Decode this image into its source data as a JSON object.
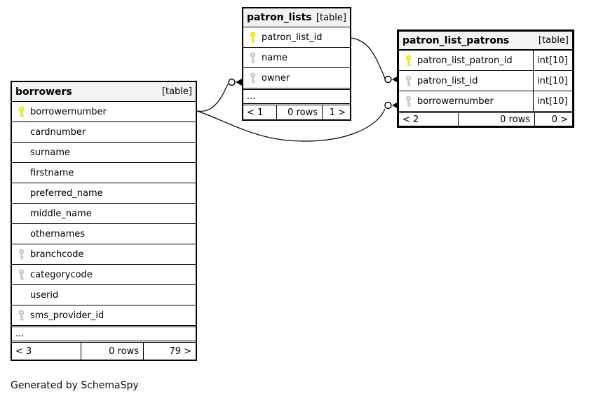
{
  "credit": "Generated by SchemaSpy",
  "colors": {
    "primary_key_icon": "#e8e800",
    "index_key_icon": "#c4c4c4",
    "header_bg": "#f2f2f2",
    "table_border": "#000000",
    "relationship_line": "#000000"
  },
  "tables": [
    {
      "name": "borrowers",
      "tag": "[table]",
      "columns": [
        {
          "name": "borrowernumber",
          "key": "primary",
          "type": ""
        },
        {
          "name": "cardnumber",
          "key": "",
          "type": ""
        },
        {
          "name": "surname",
          "key": "",
          "type": ""
        },
        {
          "name": "firstname",
          "key": "",
          "type": ""
        },
        {
          "name": "preferred_name",
          "key": "",
          "type": ""
        },
        {
          "name": "middle_name",
          "key": "",
          "type": ""
        },
        {
          "name": "othernames",
          "key": "",
          "type": ""
        },
        {
          "name": "branchcode",
          "key": "index",
          "type": ""
        },
        {
          "name": "categorycode",
          "key": "index",
          "type": ""
        },
        {
          "name": "userid",
          "key": "",
          "type": ""
        },
        {
          "name": "sms_provider_id",
          "key": "index",
          "type": ""
        }
      ],
      "truncation_marker": "...",
      "footer": {
        "prev": "< 3",
        "rows": "0 rows",
        "next": "79 >"
      }
    },
    {
      "name": "patron_lists",
      "tag": "[table]",
      "columns": [
        {
          "name": "patron_list_id",
          "key": "primary",
          "type": ""
        },
        {
          "name": "name",
          "key": "index",
          "type": ""
        },
        {
          "name": "owner",
          "key": "index",
          "type": ""
        }
      ],
      "truncation_marker": "...",
      "footer": {
        "prev": "< 1",
        "rows": "0 rows",
        "next": "1 >"
      }
    },
    {
      "name": "patron_list_patrons",
      "tag": "[table]",
      "columns": [
        {
          "name": "patron_list_patron_id",
          "key": "primary",
          "type": "int[10]"
        },
        {
          "name": "patron_list_id",
          "key": "index",
          "type": "int[10]"
        },
        {
          "name": "borrowernumber",
          "key": "index",
          "type": "int[10]"
        }
      ],
      "truncation_marker": "",
      "footer": {
        "prev": "< 2",
        "rows": "0 rows",
        "next": "0 >"
      }
    }
  ]
}
